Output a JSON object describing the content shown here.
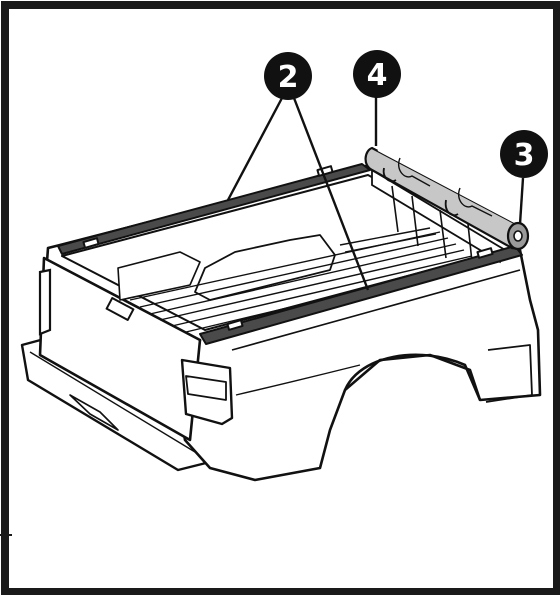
{
  "diagram": {
    "callouts": [
      {
        "id": "rails",
        "label": "2"
      },
      {
        "id": "roll",
        "label": "4"
      },
      {
        "id": "cap",
        "label": "3"
      }
    ],
    "colors": {
      "ink": "#111111",
      "frame": "#1a1a1a",
      "rail": "#4a4a4a",
      "roll": "#c7c7c7",
      "roll_shade": "#9a9a9a",
      "bed_fill": "#ffffff"
    }
  }
}
